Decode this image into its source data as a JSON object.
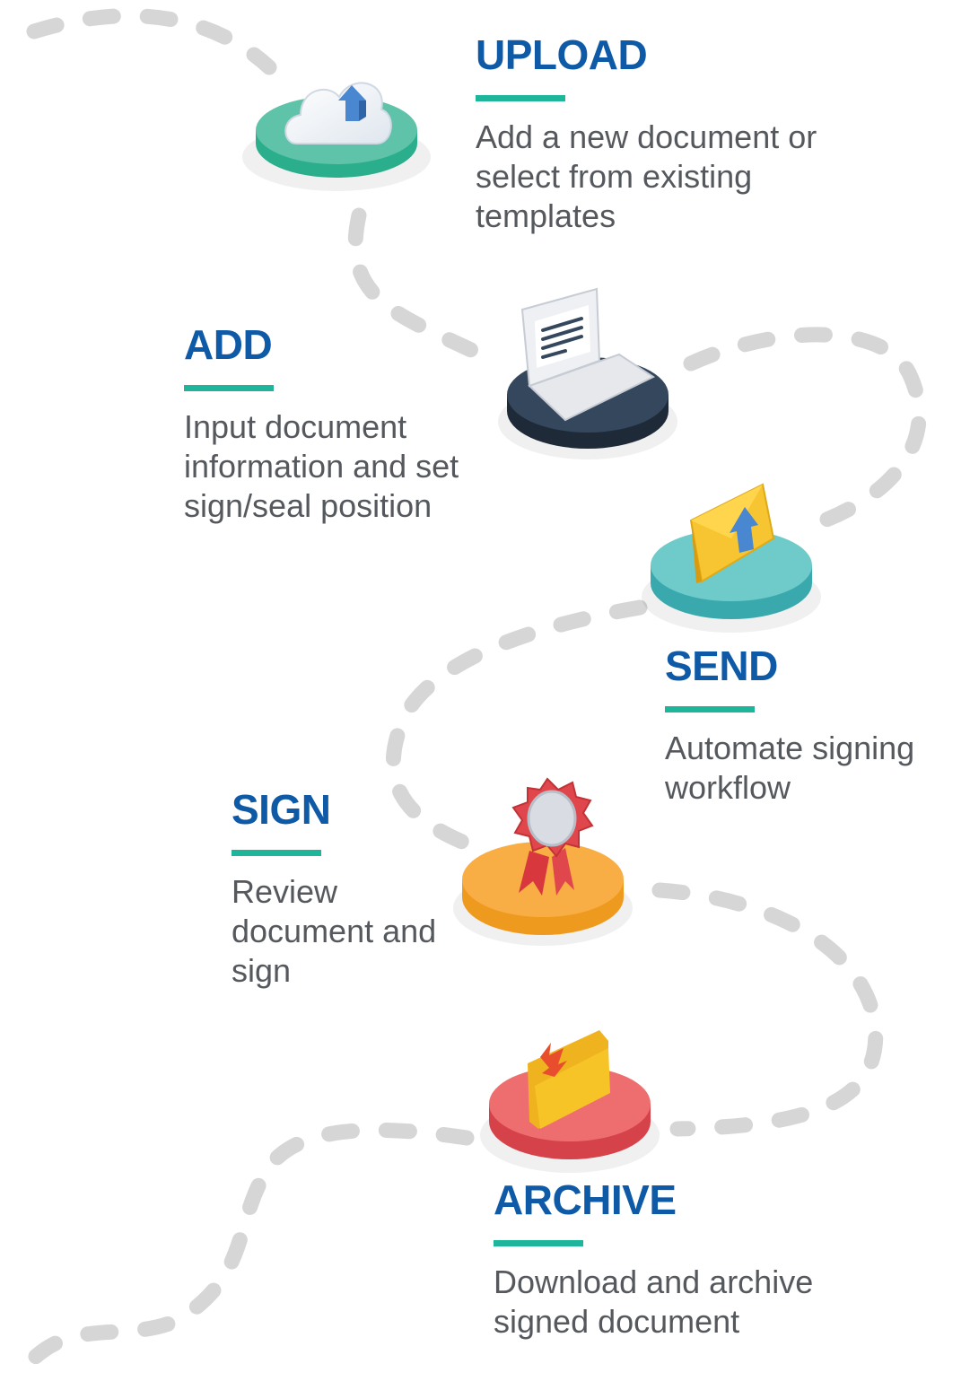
{
  "colors": {
    "title": "#0e5aa7",
    "underline": "#1fb59b",
    "description": "#55595d",
    "path": "#d6d6d6"
  },
  "steps": [
    {
      "id": "upload",
      "title": "UPLOAD",
      "description": "Add a new document or\nselect from existing\ntemplates",
      "icon": "cloud-upload-icon",
      "platform_color": "#5fc3a9"
    },
    {
      "id": "add",
      "title": "ADD",
      "description": "Input document\ninformation and set\nsign/seal position",
      "icon": "laptop-document-icon",
      "platform_color": "#2e3d4f"
    },
    {
      "id": "send",
      "title": "SEND",
      "description": "Automate signing\nworkflow",
      "icon": "envelope-send-icon",
      "platform_color": "#6ecbc9"
    },
    {
      "id": "sign",
      "title": "SIGN",
      "description": "Review\ndocument and\nsign",
      "icon": "award-ribbon-icon",
      "platform_color": "#f8ae45"
    },
    {
      "id": "archive",
      "title": "ARCHIVE",
      "description": "Download and archive\nsigned document",
      "icon": "folder-download-icon",
      "platform_color": "#ea6266"
    }
  ]
}
